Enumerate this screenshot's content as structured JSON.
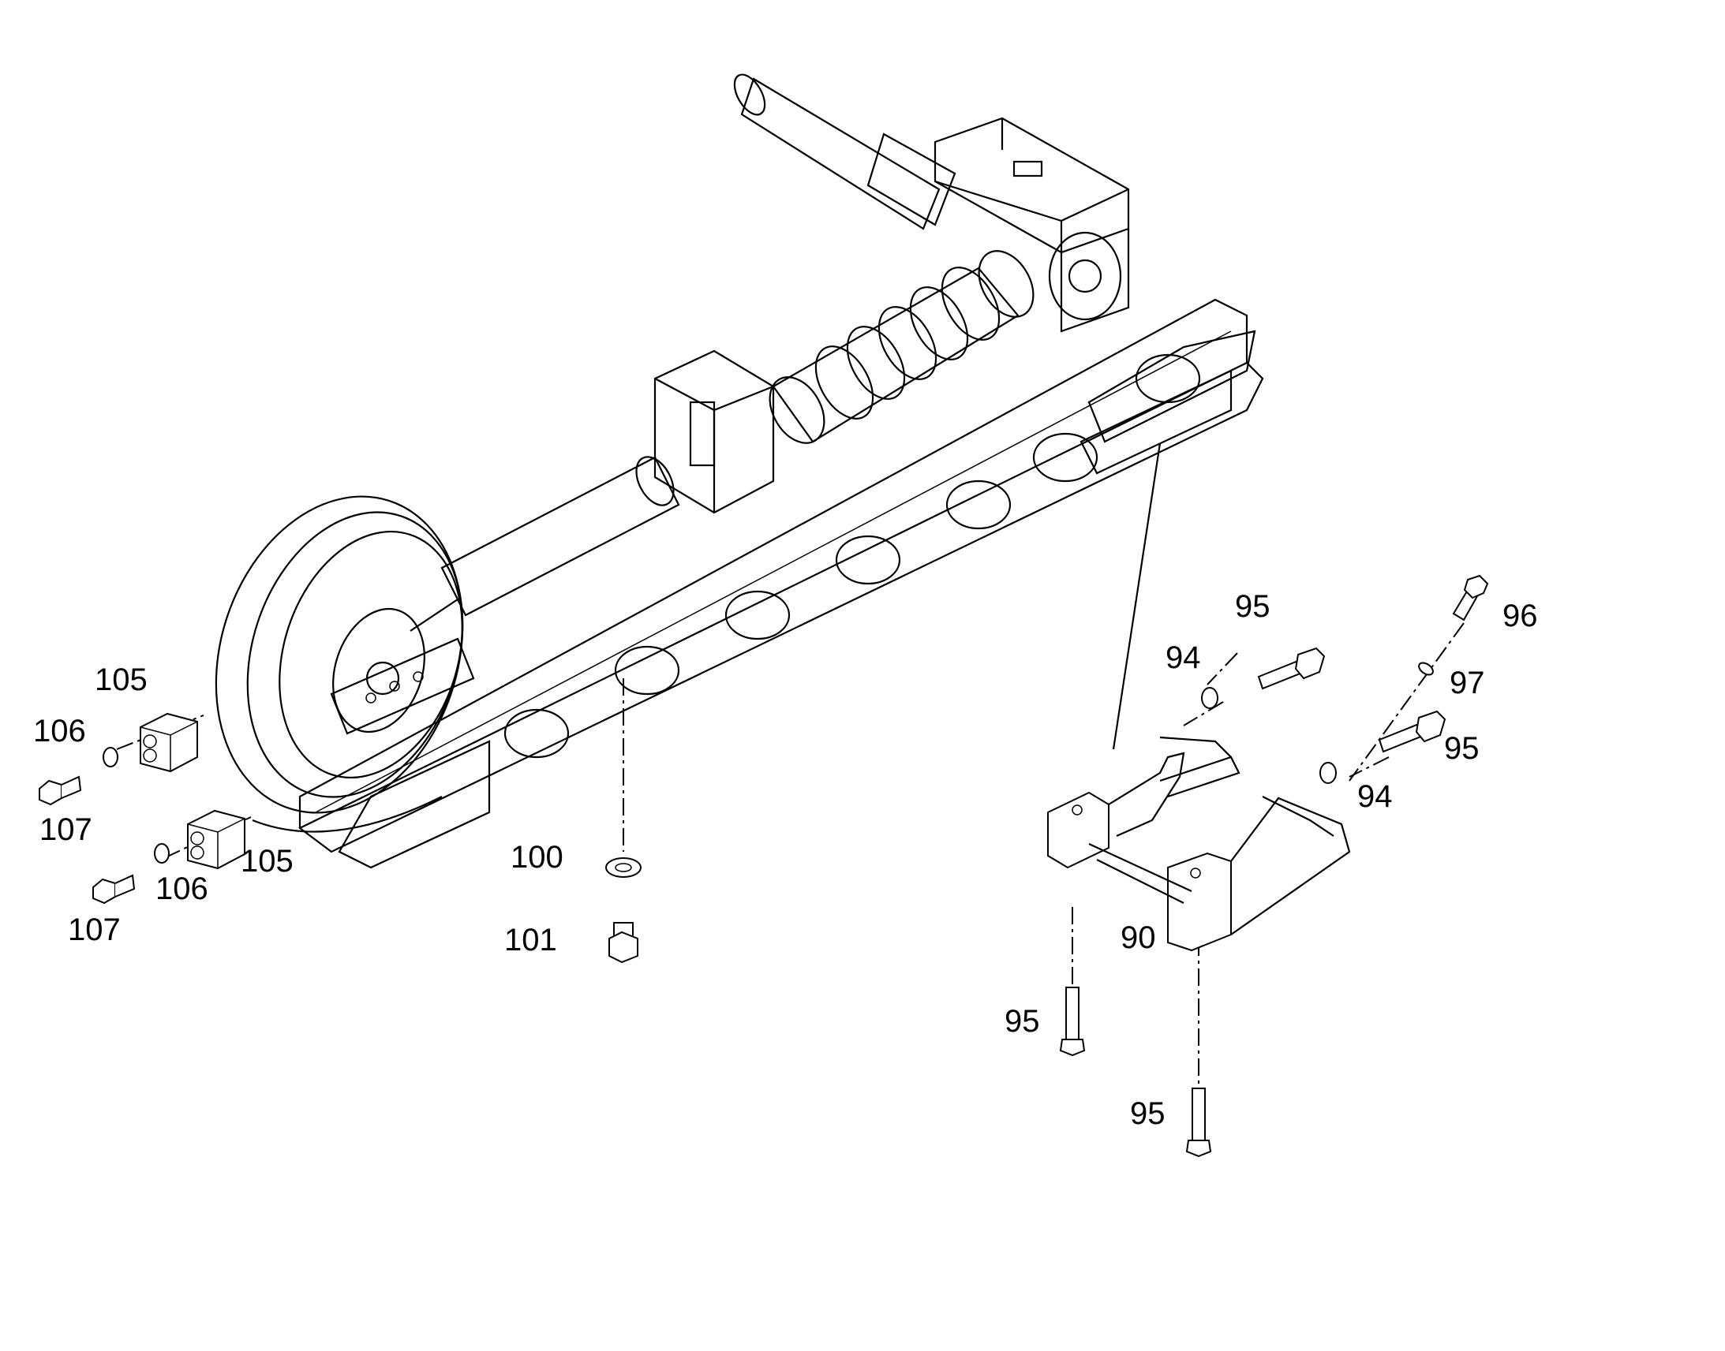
{
  "callouts": [
    {
      "id": "c105a",
      "text": "105"
    },
    {
      "id": "c106a",
      "text": "106"
    },
    {
      "id": "c107a",
      "text": "107"
    },
    {
      "id": "c106b",
      "text": "106"
    },
    {
      "id": "c105b",
      "text": "105"
    },
    {
      "id": "c107b",
      "text": "107"
    },
    {
      "id": "c100",
      "text": "100"
    },
    {
      "id": "c101",
      "text": "101"
    },
    {
      "id": "c95a",
      "text": "95"
    },
    {
      "id": "c94a",
      "text": "94"
    },
    {
      "id": "c96",
      "text": "96"
    },
    {
      "id": "c97",
      "text": "97"
    },
    {
      "id": "c95b",
      "text": "95"
    },
    {
      "id": "c94b",
      "text": "94"
    },
    {
      "id": "c90",
      "text": "90"
    },
    {
      "id": "c95c",
      "text": "95"
    },
    {
      "id": "c95d",
      "text": "95"
    }
  ]
}
